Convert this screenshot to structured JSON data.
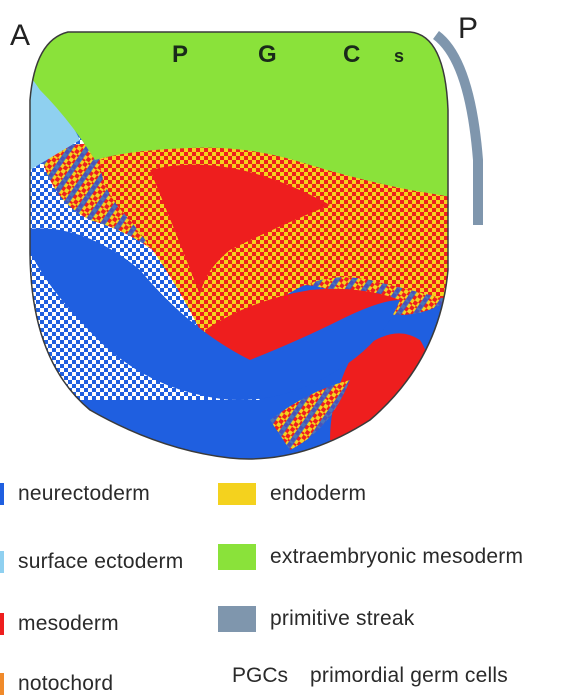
{
  "figure": {
    "label_anterior": "A",
    "label_posterior": "P",
    "pgc_letters": [
      "P",
      "G",
      "C",
      "s"
    ]
  },
  "colors": {
    "neurectoderm": "#1f5fe0",
    "surface_ectoderm": "#8fd0f0",
    "mesoderm": "#ee1e1e",
    "endoderm": "#f4d21e",
    "extraembryonic_mesoderm": "#8ae23a",
    "primitive_streak": "#7f96ad",
    "outline": "#3a3a3a"
  },
  "legend": {
    "neurectoderm": "neurectoderm",
    "surface_ectoderm": "surface ectoderm",
    "mesoderm": "mesoderm",
    "notochord": "notochord",
    "endoderm": "endoderm",
    "extraembryonic_mesoderm": "extraembryonic mesoderm",
    "primitive_streak": "primitive streak",
    "pgcs_abbr": "PGCs",
    "pgcs_full": "primordial germ cells"
  }
}
